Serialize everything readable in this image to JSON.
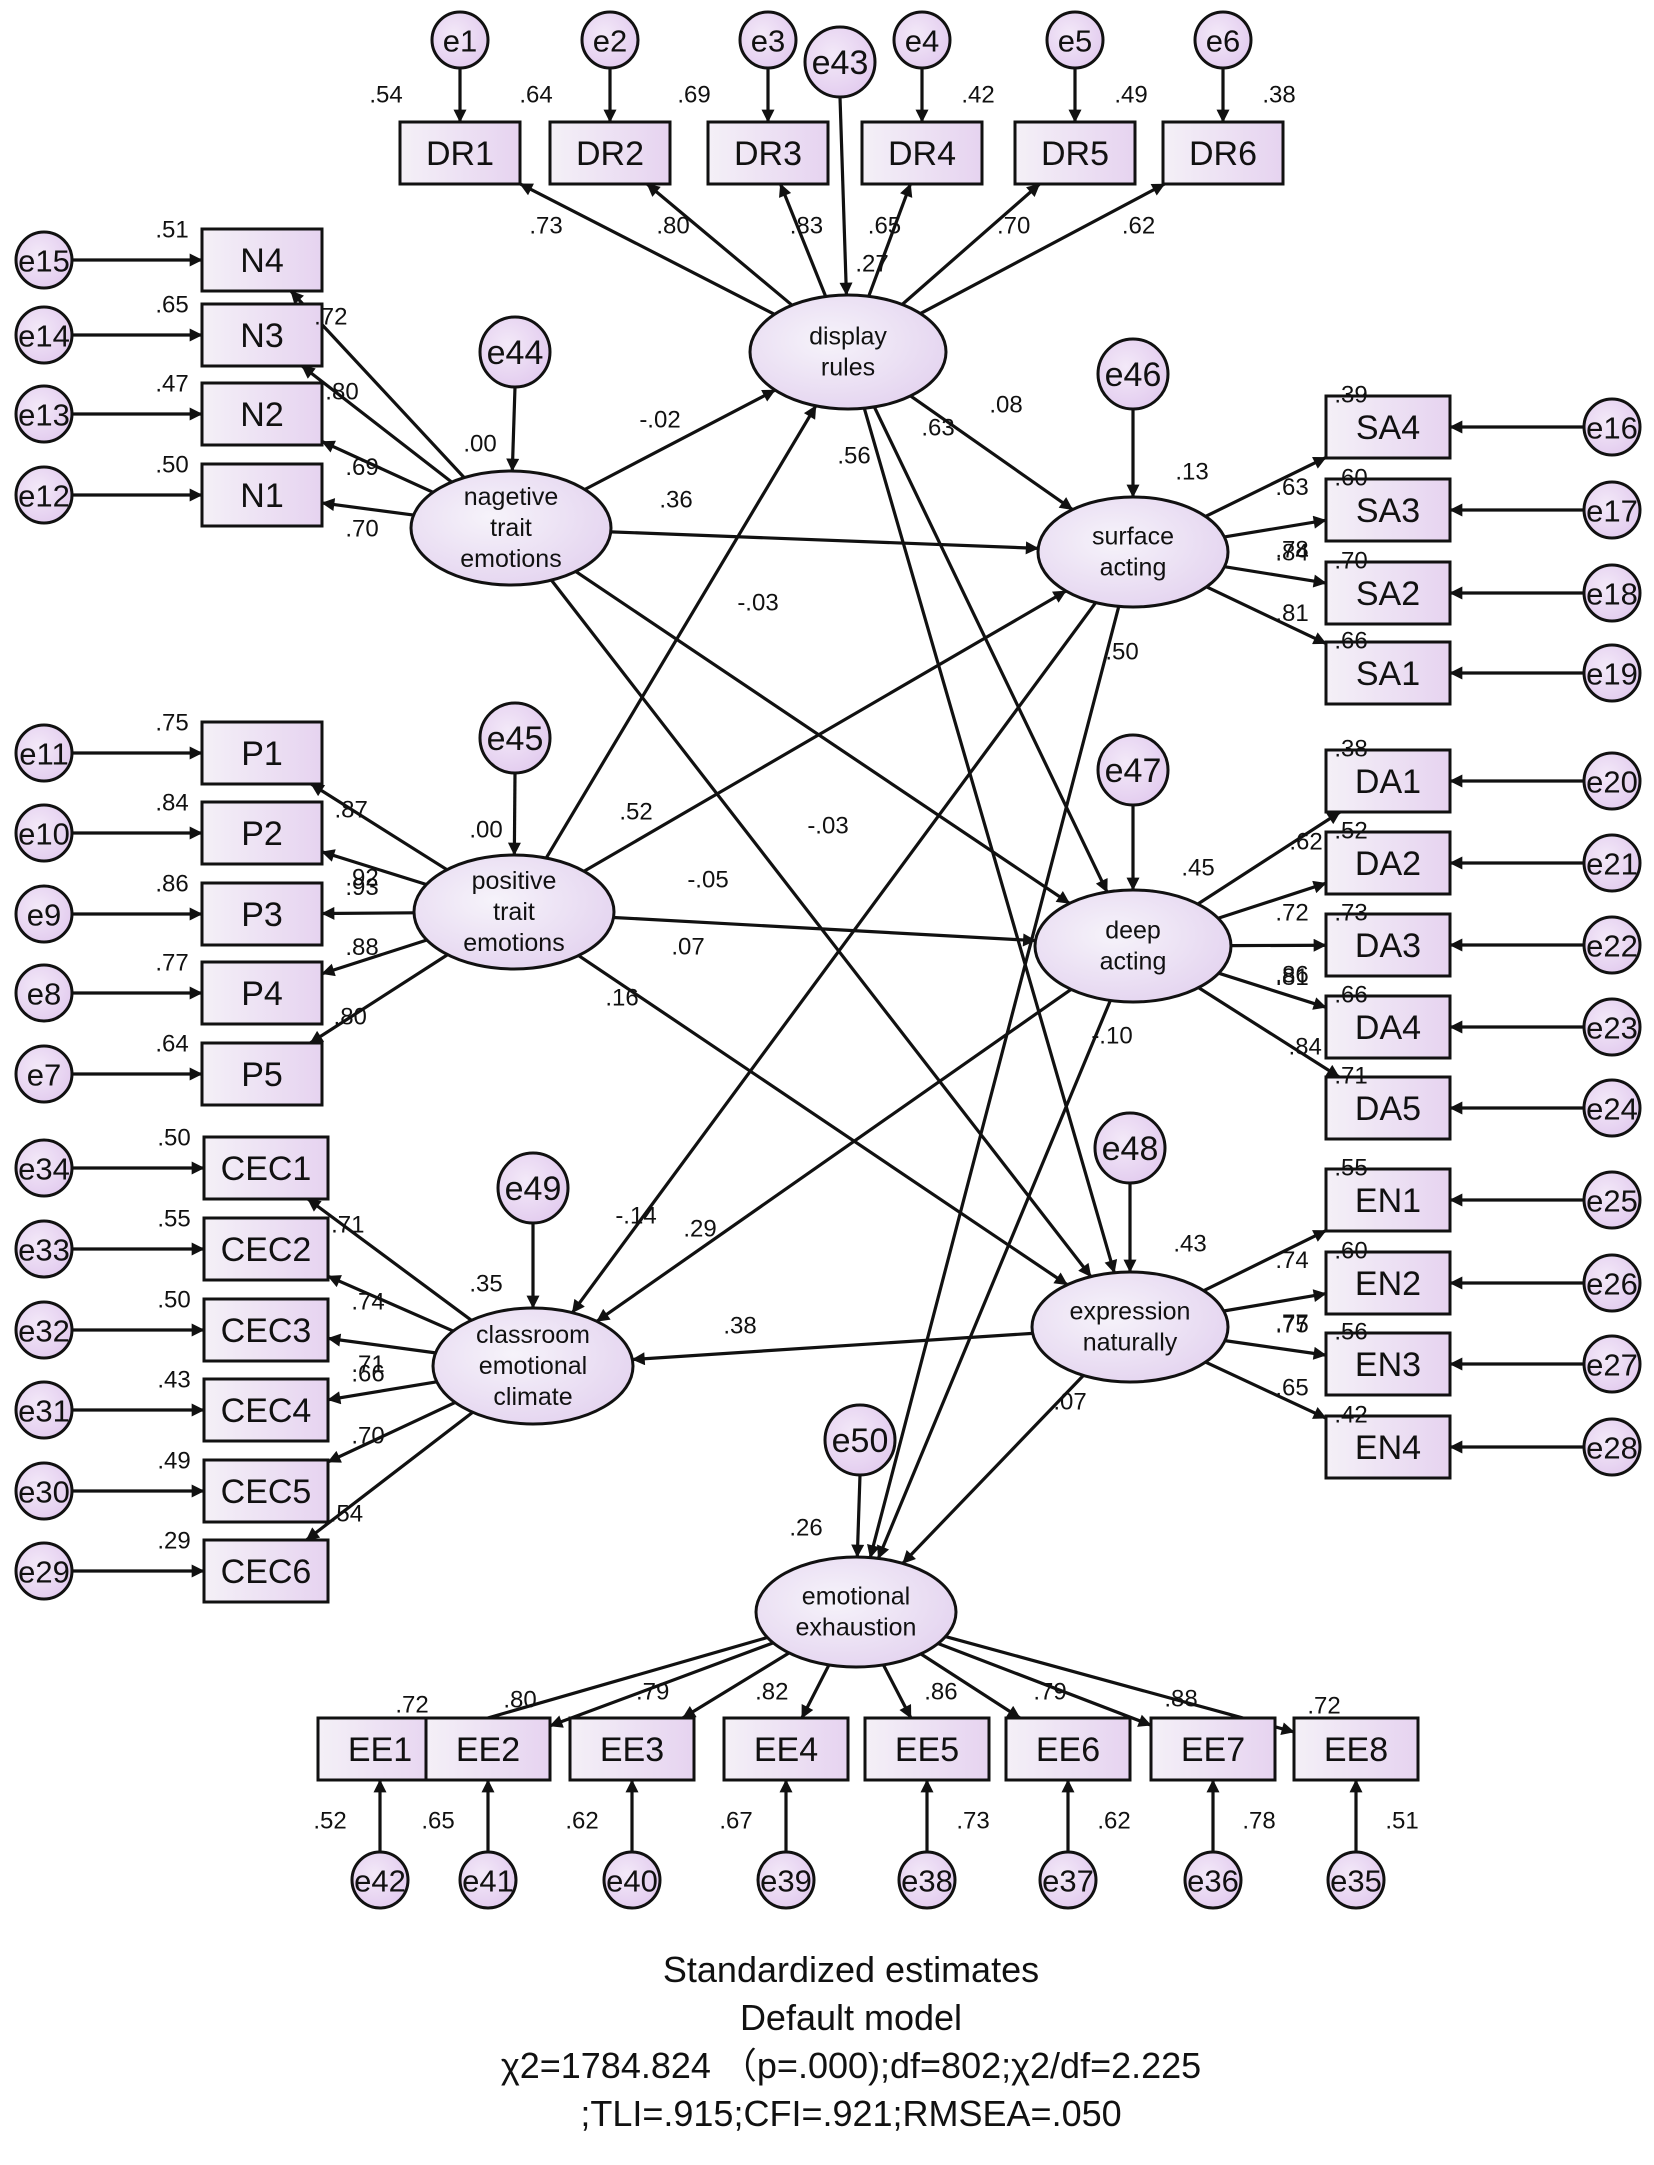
{
  "latents": {
    "DR": [
      "display",
      "rules"
    ],
    "NE": [
      "nagetive",
      "trait",
      "emotions"
    ],
    "PE": [
      "positive",
      "trait",
      "emotions"
    ],
    "SA": [
      "surface",
      "acting"
    ],
    "DA": [
      "deep",
      "acting"
    ],
    "EN": [
      "expression",
      "naturally"
    ],
    "CEC": [
      "classroom",
      "emotional",
      "climate"
    ],
    "EE": [
      "emotional",
      "exhaustion"
    ]
  },
  "indicators": {
    "DR1": {
      "label": "DR1",
      "error": "e1",
      "loading": ".73",
      "r2": ".54"
    },
    "DR2": {
      "label": "DR2",
      "error": "e2",
      "loading": ".80",
      "r2": ".64"
    },
    "DR3": {
      "label": "DR3",
      "error": "e3",
      "loading": ".83",
      "r2": ".69"
    },
    "DR4": {
      "label": "DR4",
      "error": "e4",
      "loading": ".65",
      "r2": ".42"
    },
    "DR5": {
      "label": "DR5",
      "error": "e5",
      "loading": ".70",
      "r2": ".49"
    },
    "DR6": {
      "label": "DR6",
      "error": "e6",
      "loading": ".62",
      "r2": ".38"
    },
    "N4": {
      "label": "N4",
      "error": "e15",
      "loading": ".72",
      "r2": ".51"
    },
    "N3": {
      "label": "N3",
      "error": "e14",
      "loading": ".80",
      "r2": ".65"
    },
    "N2": {
      "label": "N2",
      "error": "e13",
      "loading": ".69",
      "r2": ".47"
    },
    "N1": {
      "label": "N1",
      "error": "e12",
      "loading": ".70",
      "r2": ".50"
    },
    "P1": {
      "label": "P1",
      "error": "e11",
      "loading": ".87",
      "r2": ".75"
    },
    "P2": {
      "label": "P2",
      "error": "e10",
      "loading": ".92",
      "r2": ".84"
    },
    "P3": {
      "label": "P3",
      "error": "e9",
      "loading": ".93",
      "r2": ".86"
    },
    "P4": {
      "label": "P4",
      "error": "e8",
      "loading": ".88",
      "r2": ".77"
    },
    "P5": {
      "label": "P5",
      "error": "e7",
      "loading": ".80",
      "r2": ".64"
    },
    "CEC1": {
      "label": "CEC1",
      "error": "e34",
      "loading": ".71",
      "r2": ".50"
    },
    "CEC2": {
      "label": "CEC2",
      "error": "e33",
      "loading": ".74",
      "r2": ".55"
    },
    "CEC3": {
      "label": "CEC3",
      "error": "e32",
      "loading": ".71",
      "r2": ".50"
    },
    "CEC4": {
      "label": "CEC4",
      "error": "e31",
      "loading": ".66",
      "r2": ".43"
    },
    "CEC5": {
      "label": "CEC5",
      "error": "e30",
      "loading": ".70",
      "r2": ".49"
    },
    "CEC6": {
      "label": "CEC6",
      "error": "e29",
      "loading": ".54",
      "r2": ".29"
    },
    "SA4": {
      "label": "SA4",
      "error": "e16",
      "loading": ".63",
      "r2": ".39"
    },
    "SA3": {
      "label": "SA3",
      "error": "e17",
      "loading": ".78",
      "r2": ".60"
    },
    "SA2": {
      "label": "SA2",
      "error": "e18",
      "loading": ".84",
      "r2": ".70"
    },
    "SA1": {
      "label": "SA1",
      "error": "e19",
      "loading": ".81",
      "r2": ".66"
    },
    "DA1": {
      "label": "DA1",
      "error": "e20",
      "loading": ".62",
      "r2": ".38"
    },
    "DA2": {
      "label": "DA2",
      "error": "e21",
      "loading": ".72",
      "r2": ".52"
    },
    "DA3": {
      "label": "DA3",
      "error": "e22",
      "loading": ".86",
      "r2": ".73"
    },
    "DA4": {
      "label": "DA4",
      "error": "e23",
      "loading": ".81",
      "r2": ".66"
    },
    "DA5": {
      "label": "DA5",
      "error": "e24",
      "loading": ".84",
      "r2": ".71"
    },
    "EN1": {
      "label": "EN1",
      "error": "e25",
      "loading": ".74",
      "r2": ".55"
    },
    "EN2": {
      "label": "EN2",
      "error": "e26",
      "loading": ".77",
      "r2": ".60"
    },
    "EN3": {
      "label": "EN3",
      "error": "e27",
      "loading": ".75",
      "r2": ".56"
    },
    "EN4": {
      "label": "EN4",
      "error": "e28",
      "loading": ".65",
      "r2": ".42"
    },
    "EE1": {
      "label": "EE1",
      "error": "e42",
      "loading": ".72",
      "r2": ".52"
    },
    "EE2": {
      "label": "EE2",
      "error": "e41",
      "loading": ".80",
      "r2": ".65"
    },
    "EE3": {
      "label": "EE3",
      "error": "e40",
      "loading": ".79",
      "r2": ".62"
    },
    "EE4": {
      "label": "EE4",
      "error": "e39",
      "loading": ".82",
      "r2": ".67"
    },
    "EE5": {
      "label": "EE5",
      "error": "e38",
      "loading": ".86",
      "r2": ".73"
    },
    "EE6": {
      "label": "EE6",
      "error": "e37",
      "loading": ".79",
      "r2": ".62"
    },
    "EE7": {
      "label": "EE7",
      "error": "e36",
      "loading": ".88",
      "r2": ".78"
    },
    "EE8": {
      "label": "EE8",
      "error": "e35",
      "loading": ".72",
      "r2": ".51"
    }
  },
  "disturbances": {
    "DR": {
      "error": "e43",
      "r2": ".27"
    },
    "NE": {
      "error": "e44",
      "r2": ".00"
    },
    "PE": {
      "error": "e45",
      "r2": ".00"
    },
    "SA": {
      "error": "e46",
      "r2": ".13"
    },
    "DA": {
      "error": "e47",
      "r2": ".45"
    },
    "EN": {
      "error": "e48",
      "r2": ".43"
    },
    "CEC": {
      "error": "e49",
      "r2": ".35"
    },
    "EE": {
      "error": "e50",
      "r2": ".26"
    }
  },
  "structural_paths": [
    {
      "from": "NE",
      "to": "DR",
      "value": "-.02"
    },
    {
      "from": "NE",
      "to": "SA",
      "value": ".36"
    },
    {
      "from": "NE",
      "to": "DA",
      "value": "-.03"
    },
    {
      "from": "NE",
      "to": "EN",
      "value": "-.03"
    },
    {
      "from": "PE",
      "to": "DR",
      "value": ".52"
    },
    {
      "from": "PE",
      "to": "SA",
      "value": "-.05"
    },
    {
      "from": "PE",
      "to": "DA",
      "value": ".07"
    },
    {
      "from": "PE",
      "to": "EN",
      "value": ".16"
    },
    {
      "from": "DR",
      "to": "SA",
      "value": ".08"
    },
    {
      "from": "DR",
      "to": "DA",
      "value": ".63"
    },
    {
      "from": "DR",
      "to": "EN",
      "value": ".56"
    },
    {
      "from": "SA",
      "to": "CEC",
      "value": "-.14"
    },
    {
      "from": "SA",
      "to": "EE",
      "value": ".50"
    },
    {
      "from": "DA",
      "to": "CEC",
      "value": ".29"
    },
    {
      "from": "DA",
      "to": "EE",
      "value": "-.10"
    },
    {
      "from": "EN",
      "to": "CEC",
      "value": ".38"
    },
    {
      "from": "EN",
      "to": "EE",
      "value": ".07"
    }
  ],
  "footer": {
    "line1": "Standardized estimates",
    "line2": "Default model",
    "line3": "χ2=1784.824 （p=.000);df=802;χ2/df=2.225",
    "line4": ";TLI=.915;CFI=.921;RMSEA=.050"
  },
  "colors": {
    "fill_light": "#ffffff",
    "fill_tint": "#e6d3f0",
    "stroke": "#111111"
  }
}
